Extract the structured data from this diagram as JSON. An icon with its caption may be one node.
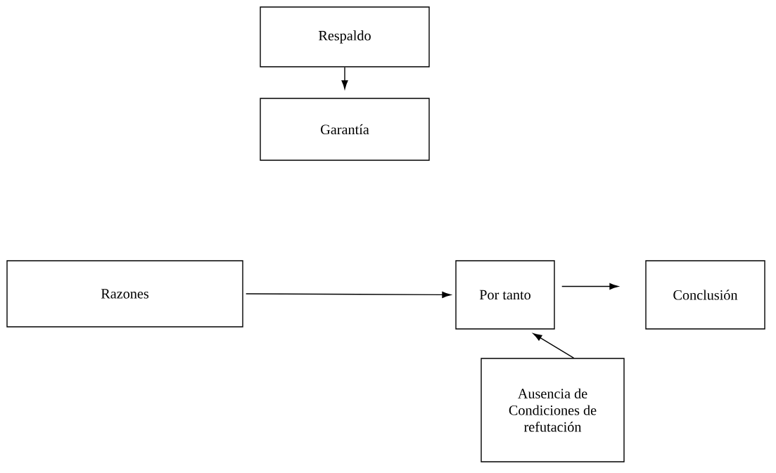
{
  "diagram": {
    "nodes": [
      {
        "text": [
          "Respaldo"
        ]
      },
      {
        "text": [
          "Garantía"
        ]
      },
      {
        "text": [
          "Razones"
        ]
      },
      {
        "text": [
          "Por tanto"
        ]
      },
      {
        "text": [
          "Conclusión"
        ]
      },
      {
        "text": [
          "Ausencia de Condiciones de refutación"
        ]
      }
    ],
    "edges": [
      {
        "from": 0,
        "to": 1,
        "arrow": "to"
      },
      {
        "from": 2,
        "to": 3,
        "arrow": "to"
      },
      {
        "from": 3,
        "to": 4,
        "arrow": "to"
      },
      {
        "from": 5,
        "to": 3,
        "arrow": "to"
      }
    ]
  }
}
